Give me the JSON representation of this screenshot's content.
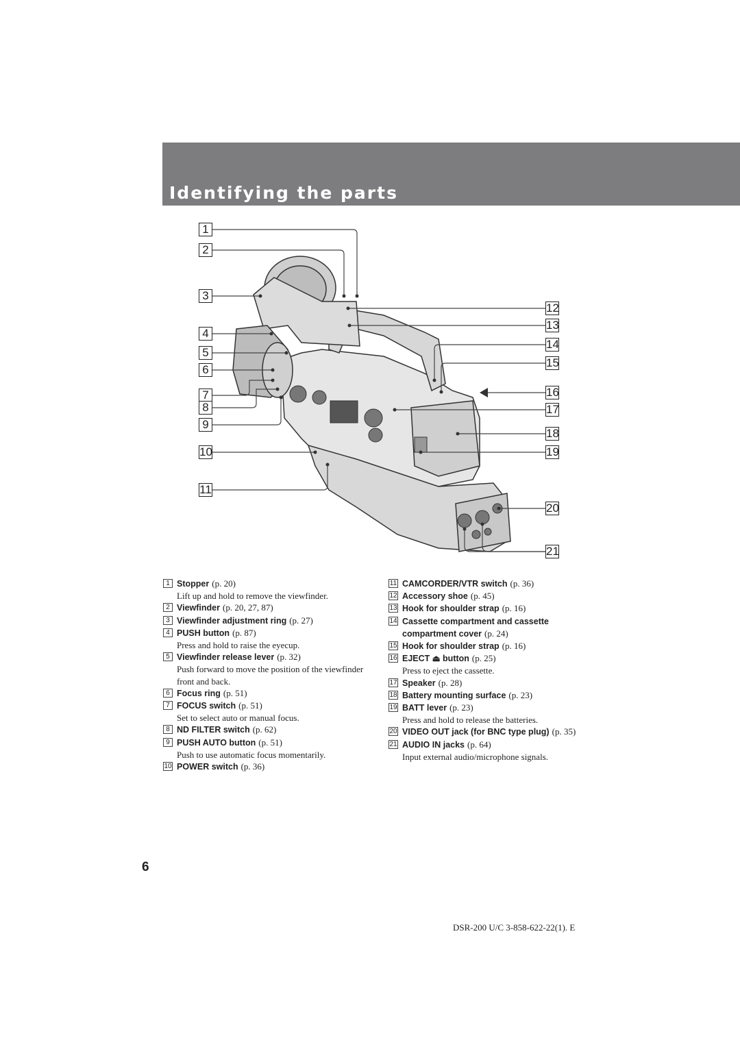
{
  "header": {
    "title": "Identifying the parts"
  },
  "callouts": [
    "1",
    "2",
    "3",
    "4",
    "5",
    "6",
    "7",
    "8",
    "9",
    "10",
    "11",
    "12",
    "13",
    "14",
    "15",
    "16",
    "17",
    "18",
    "19",
    "20",
    "21"
  ],
  "parts_left": [
    {
      "num": "1",
      "label": "Stopper",
      "page": "(p. 20)",
      "desc": "Lift up and hold to remove the viewfinder."
    },
    {
      "num": "2",
      "label": "Viewfinder",
      "page": "(p. 20, 27, 87)",
      "desc": ""
    },
    {
      "num": "3",
      "label": "Viewfinder adjustment ring",
      "page": "(p. 27)",
      "desc": ""
    },
    {
      "num": "4",
      "label": "PUSH button",
      "page": "(p. 87)",
      "desc": "Press and hold to raise the eyecup."
    },
    {
      "num": "5",
      "label": "Viewfinder release lever",
      "page": "(p. 32)",
      "desc": "Push forward to move the position of the viewfinder front and back."
    },
    {
      "num": "6",
      "label": "Focus ring",
      "page": "(p. 51)",
      "desc": ""
    },
    {
      "num": "7",
      "label": "FOCUS switch",
      "page": "(p. 51)",
      "desc": "Set to select auto or manual focus."
    },
    {
      "num": "8",
      "label": "ND FILTER switch",
      "page": "(p. 62)",
      "desc": ""
    },
    {
      "num": "9",
      "label": "PUSH AUTO button",
      "page": "(p. 51)",
      "desc": "Push to use automatic focus momentarily."
    },
    {
      "num": "10",
      "label": "POWER switch",
      "page": "(p. 36)",
      "desc": ""
    }
  ],
  "parts_right": [
    {
      "num": "11",
      "label": "CAMCORDER/VTR switch",
      "page": "(p. 36)",
      "desc": ""
    },
    {
      "num": "12",
      "label": "Accessory shoe",
      "page": "(p. 45)",
      "desc": ""
    },
    {
      "num": "13",
      "label": "Hook for shoulder strap",
      "page": "(p. 16)",
      "desc": ""
    },
    {
      "num": "14",
      "label": "Cassette compartment and cassette compartment cover",
      "page": "(p. 24)",
      "desc": ""
    },
    {
      "num": "15",
      "label": "Hook for shoulder strap",
      "page": "(p. 16)",
      "desc": ""
    },
    {
      "num": "16",
      "label": "EJECT ⏏ button",
      "page": "(p. 25)",
      "desc": "Press to eject the cassette."
    },
    {
      "num": "17",
      "label": "Speaker",
      "page": "(p. 28)",
      "desc": ""
    },
    {
      "num": "18",
      "label": "Battery mounting surface",
      "page": "(p. 23)",
      "desc": ""
    },
    {
      "num": "19",
      "label": "BATT lever",
      "page": "(p. 23)",
      "desc": "Press and hold to release the batteries."
    },
    {
      "num": "20",
      "label": "VIDEO OUT jack (for BNC type plug)",
      "page": "(p. 35)",
      "desc": ""
    },
    {
      "num": "21",
      "label": "AUDIO IN jacks",
      "page": "(p. 64)",
      "desc": "Input external audio/microphone signals."
    }
  ],
  "page_number": "6",
  "footer": {
    "model_code": "DSR-200 U/C 3-858-622-22(1). E"
  }
}
